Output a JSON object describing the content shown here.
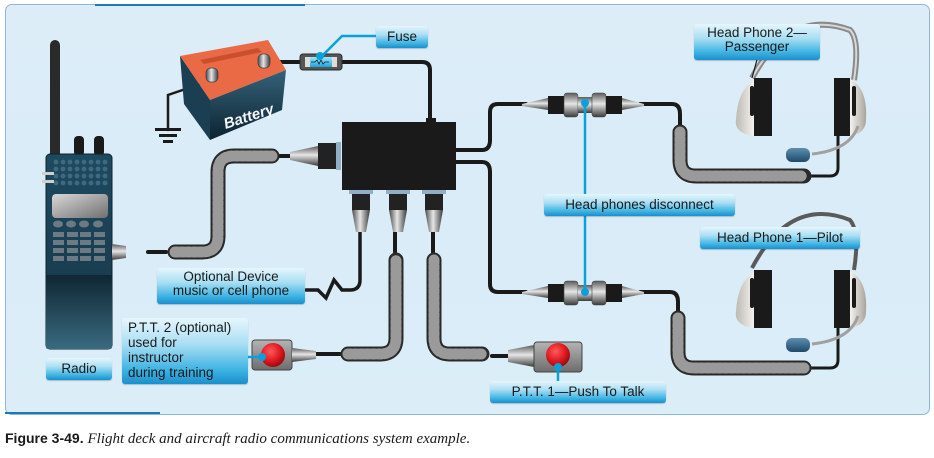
{
  "figure": {
    "number_label": "Figure 3-49.",
    "caption": "Flight deck and aircraft radio communications system example."
  },
  "labels": {
    "fuse": "Fuse",
    "battery": "Battery",
    "headphone2_line1": "Head Phone 2—",
    "headphone2_line2": "Passenger",
    "headphones_disconnect": "Head phones disconnect",
    "headphone1": "Head Phone 1—Pilot",
    "optional_device_line1": "Optional Device",
    "optional_device_line2": "music or cell phone",
    "ptt2_line1": "P.T.T. 2 (optional)",
    "ptt2_line2": "used for",
    "ptt2_line3": "instructor",
    "ptt2_line4": "during training",
    "radio": "Radio",
    "ptt1": "P.T.T. 1—Push To Talk"
  },
  "colors": {
    "label_blue": "#1a8fcc",
    "leader_line": "#0aa0dc",
    "battery_top": "#ea6a45",
    "battery_body": "#1c3e52",
    "radio_body": "#1d4458",
    "ptt_button": "#e11b22",
    "cable": "#1a1a1a"
  }
}
